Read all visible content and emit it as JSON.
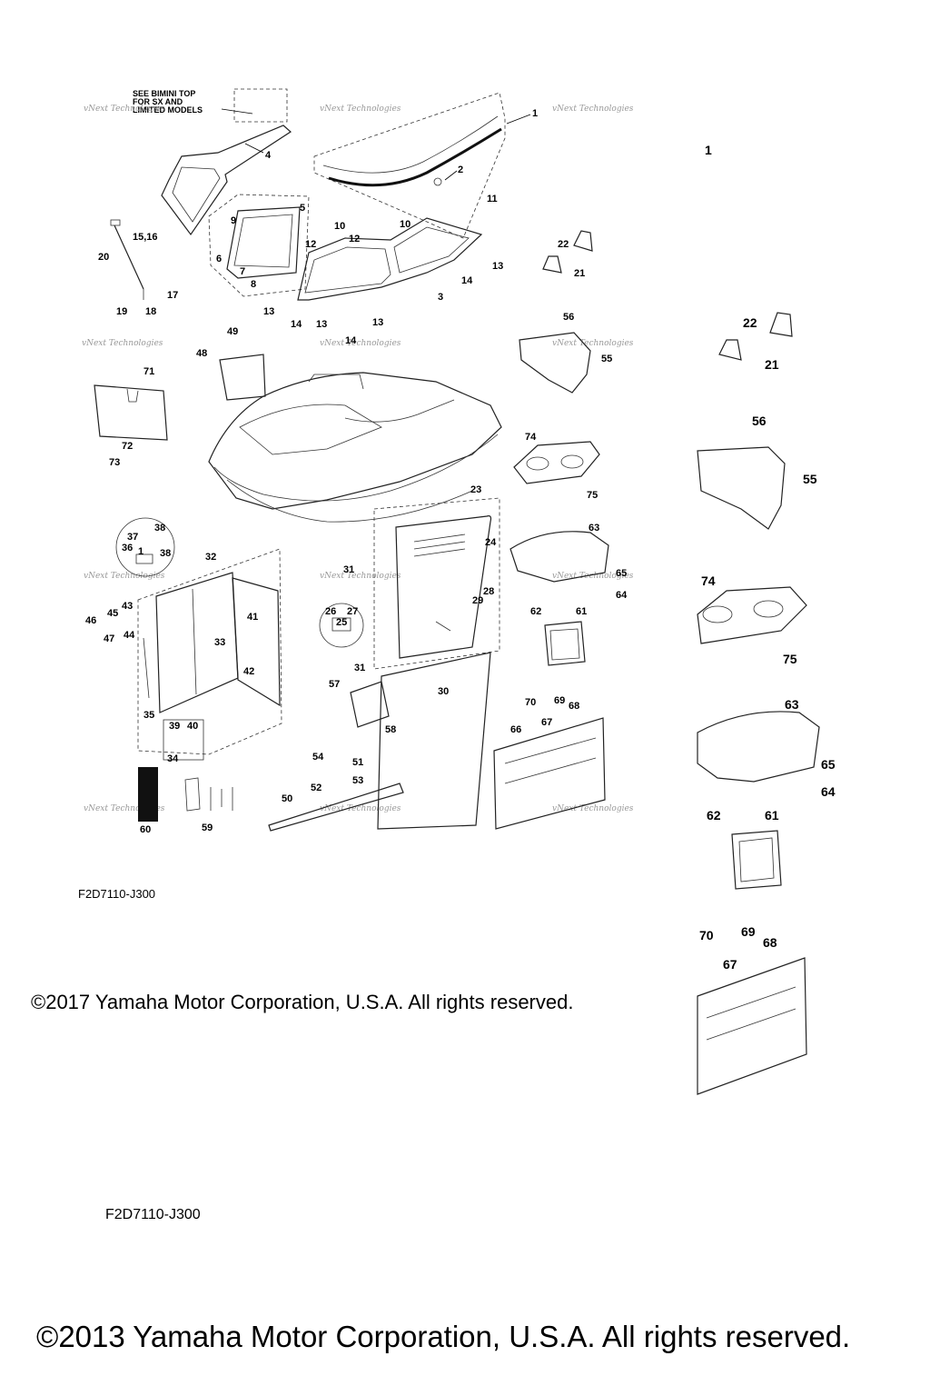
{
  "note": {
    "line1": "SEE BIMINI TOP",
    "line2": "FOR SX AND",
    "line3": "LIMITED MODELS"
  },
  "watermark": "vNext Technologies",
  "callouts_main": {
    "n1": "1",
    "n2": "2",
    "n3": "3",
    "n4": "4",
    "n5": "5",
    "n6": "6",
    "n7": "7",
    "n8": "8",
    "n9": "9",
    "n10a": "10",
    "n10b": "10",
    "n11": "11",
    "n12a": "12",
    "n12b": "12",
    "n13a": "13",
    "n13b": "13",
    "n13c": "13",
    "n13d": "13",
    "n14a": "14",
    "n14b": "14",
    "n14c": "14",
    "n15_16": "15,16",
    "n17": "17",
    "n18": "18",
    "n19": "19",
    "n20": "20",
    "n21": "21",
    "n22": "22",
    "n23": "23",
    "n24": "24",
    "n25": "25",
    "n26": "26",
    "n27": "27",
    "n28": "28",
    "n29": "29",
    "n30": "30",
    "n31a": "31",
    "n31b": "31",
    "n32": "32",
    "n33": "33",
    "n34": "34",
    "n35": "35",
    "n36": "36",
    "n37": "37",
    "n38a": "38",
    "n38b": "38",
    "n39": "39",
    "n40": "40",
    "n41": "41",
    "n42": "42",
    "n43": "43",
    "n44": "44",
    "n45": "45",
    "n46": "46",
    "n47": "47",
    "n48": "48",
    "n49": "49",
    "n50": "50",
    "n51": "51",
    "n52": "52",
    "n53": "53",
    "n54": "54",
    "n55": "55",
    "n56": "56",
    "n57": "57",
    "n58": "58",
    "n59": "59",
    "n60": "60",
    "n61": "61",
    "n62": "62",
    "n63": "63",
    "n64": "64",
    "n65": "65",
    "n66": "66",
    "n67": "67",
    "n68": "68",
    "n69": "69",
    "n70": "70",
    "n71": "71",
    "n72": "72",
    "n73": "73",
    "n74": "74",
    "n75": "75",
    "inset1": "1"
  },
  "callouts_side": {
    "s1": "1",
    "s21": "21",
    "s22": "22",
    "s55": "55",
    "s56": "56",
    "s74": "74",
    "s75": "75",
    "s63": "63",
    "s64": "64",
    "s65": "65",
    "s61": "61",
    "s62": "62",
    "s67": "67",
    "s68": "68",
    "s69": "69",
    "s70": "70"
  },
  "diagram_code_small": "F2D7110-J300",
  "copyright_small": "©2017 Yamaha Motor Corporation, U.S.A. All rights reserved.",
  "diagram_code_large": "F2D7110-J300",
  "copyright_large": "©2013 Yamaha Motor Corporation, U.S.A. All rights reserved."
}
